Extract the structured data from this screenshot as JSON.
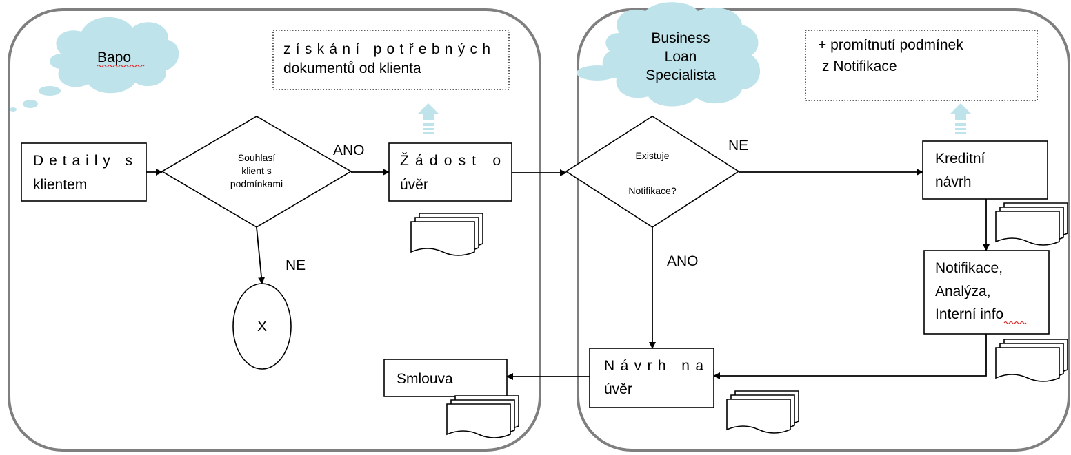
{
  "lanes": {
    "left_title": "Bapo",
    "right_title": [
      "Business",
      "Loan",
      "Specialista"
    ]
  },
  "notes": {
    "left": [
      "získání potřebných",
      "dokumentů od klienta"
    ],
    "right": [
      "+ promítnutí podmínek",
      "z Notifikace"
    ]
  },
  "nodes": {
    "detaily": [
      "Detaily s",
      "klientem"
    ],
    "souhlasi": [
      "Souhlasí",
      "klient s",
      "podmínkami"
    ],
    "zadost": [
      "Žádost o",
      "úvěr"
    ],
    "x_end": "X",
    "smlouva": "Smlouva",
    "existuje": [
      "Existuje",
      "Notifikace?"
    ],
    "kreditni": [
      "Kreditní",
      "návrh"
    ],
    "notifikace": [
      "Notifikace,",
      "Analýza,",
      "Interní info"
    ],
    "navrh": [
      "Návrh na",
      "úvěr"
    ]
  },
  "labels": {
    "ano_1": "ANO",
    "ne_1": "NE",
    "ne_2": "NE",
    "ano_2": "ANO"
  }
}
